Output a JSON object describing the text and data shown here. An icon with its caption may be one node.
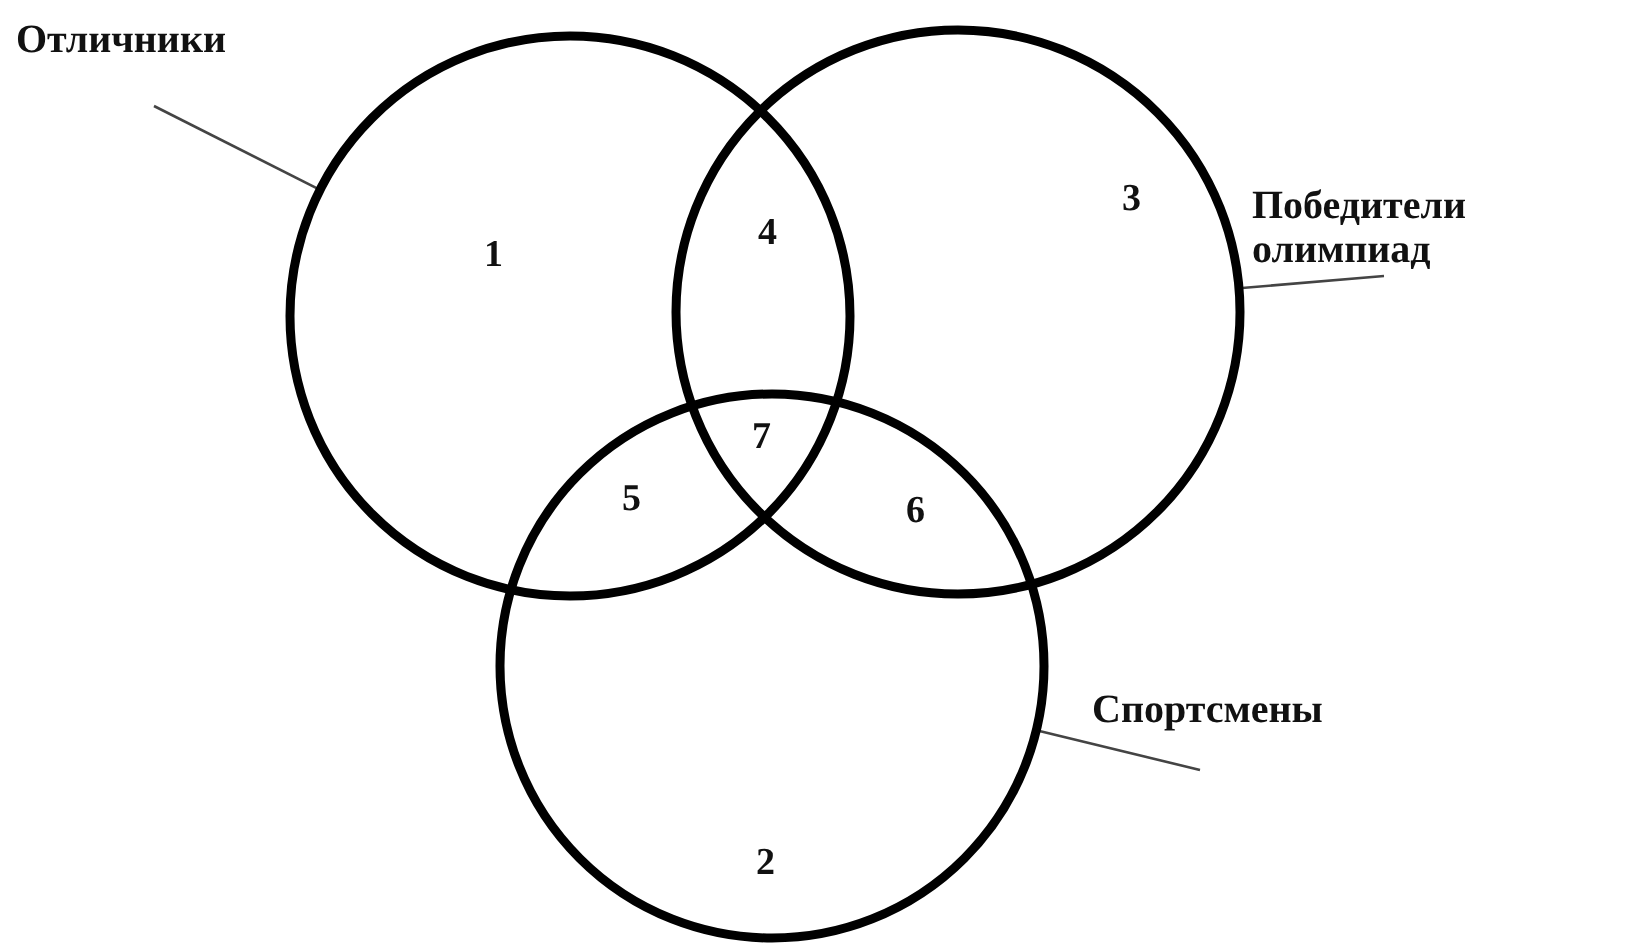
{
  "diagram": {
    "nodes": [
      {
        "text": [
          "Отличники"
        ]
      },
      {
        "text": [
          "Победители олимпиад"
        ]
      },
      {
        "text": [
          "Спортсмены"
        ]
      },
      {
        "text": [],
        "shape": "circle"
      },
      {
        "text": [],
        "shape": "circle"
      },
      {
        "text": [],
        "shape": "circle"
      }
    ],
    "edges": [
      {
        "from": 0,
        "to": 3,
        "arrow": "none"
      },
      {
        "from": 1,
        "to": 4,
        "arrow": "none"
      },
      {
        "from": 2,
        "to": 5,
        "arrow": "none"
      }
    ],
    "labels": [
      "1",
      "4",
      "3",
      "7",
      "5",
      "6",
      "2"
    ]
  }
}
